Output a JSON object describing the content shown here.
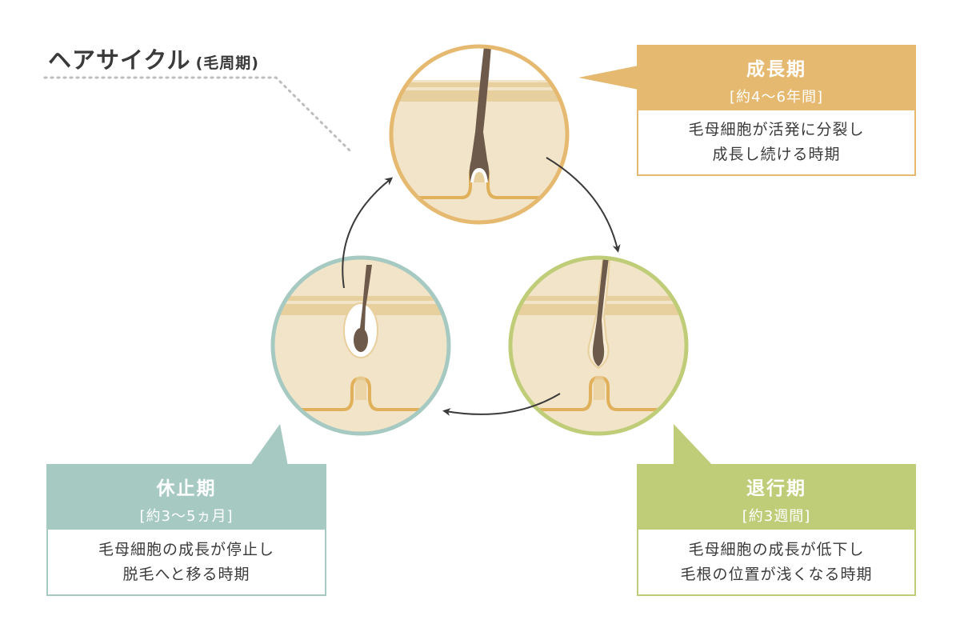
{
  "title": {
    "main": "ヘアサイクル",
    "sub": "(毛周期)"
  },
  "colors": {
    "anagen": "#e6b970",
    "catagen": "#bfcd79",
    "telogen": "#a6c9c1",
    "skin": "#f2e4c8",
    "skin_layer": "#e8cf9e",
    "hair": "#6e5a4a",
    "arrow": "#3a3a3a"
  },
  "phases": {
    "anagen": {
      "name": "成長期",
      "duration": "[約4～6年間]",
      "desc": [
        "毛母細胞が活発に分裂し",
        "成長し続ける時期"
      ]
    },
    "catagen": {
      "name": "退行期",
      "duration": "[約3週間]",
      "desc": [
        "毛母細胞の成長が低下し",
        "毛根の位置が浅くなる時期"
      ]
    },
    "telogen": {
      "name": "休止期",
      "duration": "[約3～5ヵ月]",
      "desc": [
        "毛母細胞の成長が停止し",
        "脱毛へと移る時期"
      ]
    }
  }
}
